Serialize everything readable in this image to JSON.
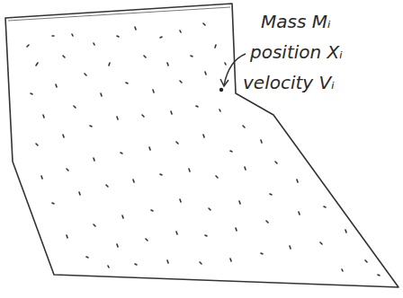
{
  "diagram": {
    "labels": [
      "Mass Mᵢ",
      "position Xᵢ",
      "velocity Vᵢ"
    ]
  }
}
